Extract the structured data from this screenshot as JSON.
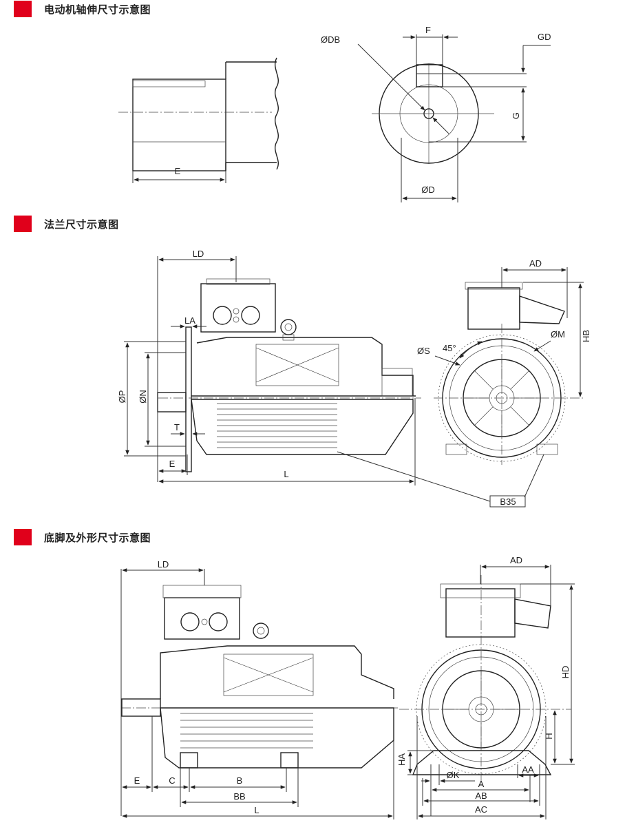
{
  "sections": [
    {
      "title": "电动机轴伸尺寸示意图"
    },
    {
      "title": "法兰尺寸示意图"
    },
    {
      "title": "底脚及外形尺寸示意图"
    }
  ],
  "shaft": {
    "labels": {
      "E": "E",
      "DB": "ØDB",
      "F": "F",
      "GD": "GD",
      "G": "G",
      "D": "ØD"
    }
  },
  "flange": {
    "labels": {
      "LD": "LD",
      "LA": "LA",
      "P": "ØP",
      "N": "ØN",
      "T": "T",
      "E": "E",
      "L": "L",
      "AD": "AD",
      "S": "ØS",
      "angle": "45°",
      "M": "ØM",
      "HB": "HB",
      "B35": "B35"
    }
  },
  "foot": {
    "labels": {
      "LD": "LD",
      "E": "E",
      "C": "C",
      "B": "B",
      "BB": "BB",
      "L": "L",
      "AD": "AD",
      "HD": "HD",
      "H": "H",
      "HA": "HA",
      "K": "ØK",
      "AA": "AA",
      "A": "A",
      "AB": "AB",
      "AC": "AC"
    }
  }
}
